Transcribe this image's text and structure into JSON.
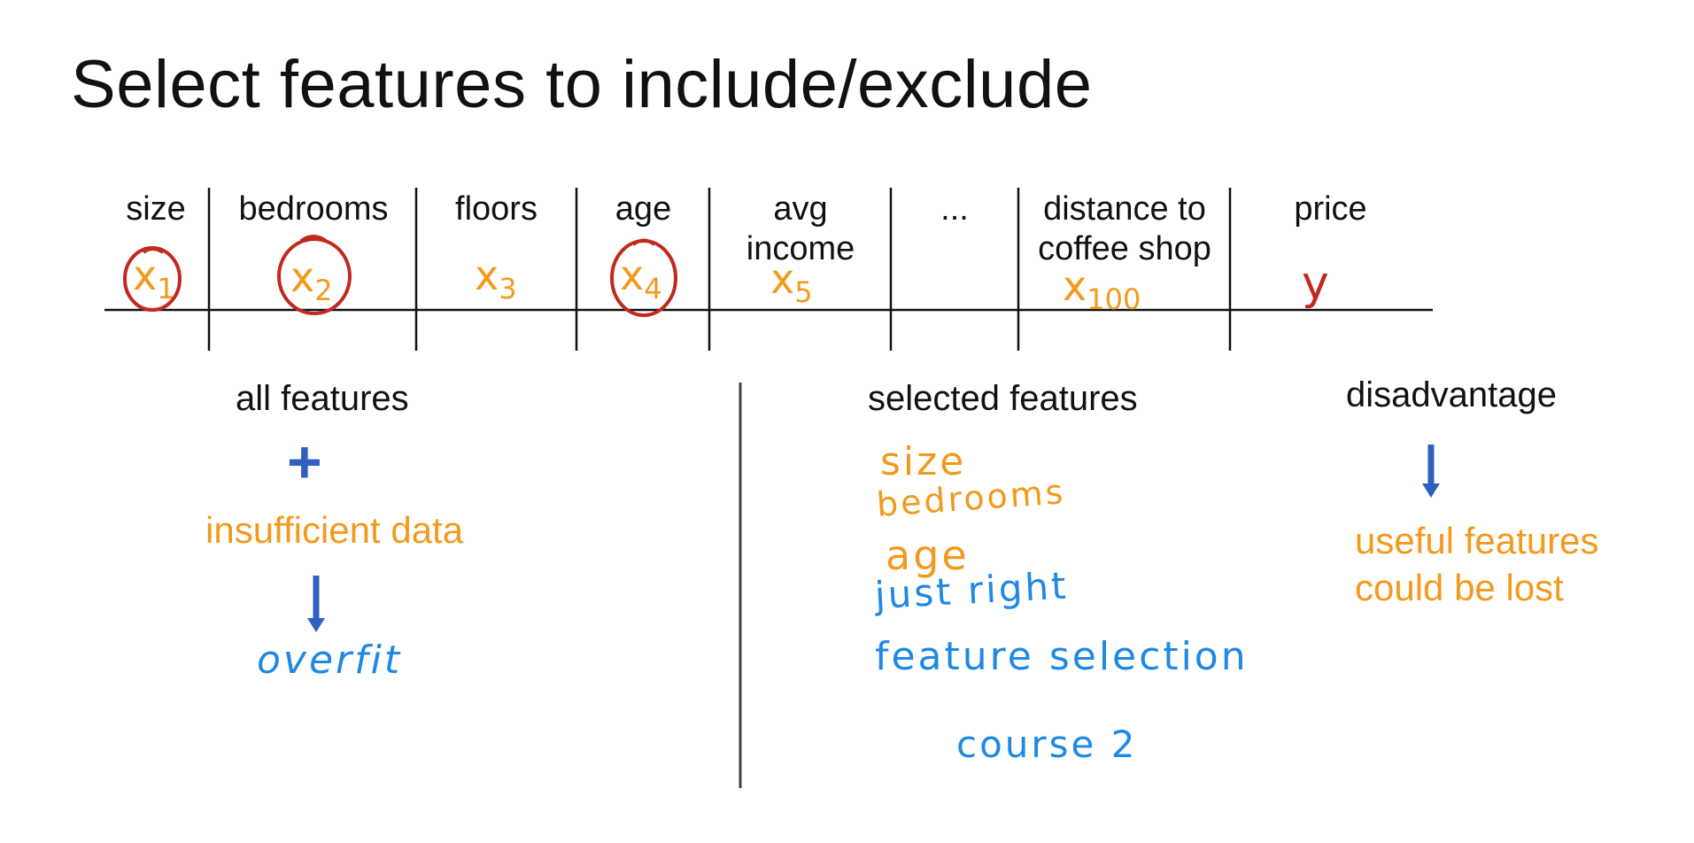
{
  "title": "Select features to include/exclude",
  "table": {
    "headers": [
      "size",
      "bedrooms",
      "floors",
      "age",
      "avg\nincome",
      "...",
      "distance to\ncoffee shop",
      "price"
    ],
    "variables": [
      {
        "base": "x",
        "sub": "1",
        "circled": true
      },
      {
        "base": "x",
        "sub": "2",
        "circled": true
      },
      {
        "base": "x",
        "sub": "3",
        "circled": false
      },
      {
        "base": "x",
        "sub": "4",
        "circled": true
      },
      {
        "base": "x",
        "sub": "5",
        "circled": false
      },
      {
        "base": "",
        "sub": "",
        "circled": false
      },
      {
        "base": "x",
        "sub": "100",
        "circled": false
      },
      {
        "base": "y",
        "sub": "",
        "circled": false
      }
    ]
  },
  "left": {
    "heading": "all features",
    "plus": "+",
    "note": "insufficient data",
    "result": "overfit"
  },
  "middle": {
    "heading": "selected features",
    "selected": [
      "size",
      "bedrooms",
      "age"
    ],
    "comment1": "just right",
    "comment2": "feature selection",
    "comment3": "course 2"
  },
  "right": {
    "heading": "disadvantage",
    "note_line1": "useful features",
    "note_line2": "could be lost"
  },
  "colors": {
    "orange": "#f39a1e",
    "blue": "#1e88e5",
    "red": "#c0291e",
    "dark_blue": "#2f5fbf"
  }
}
